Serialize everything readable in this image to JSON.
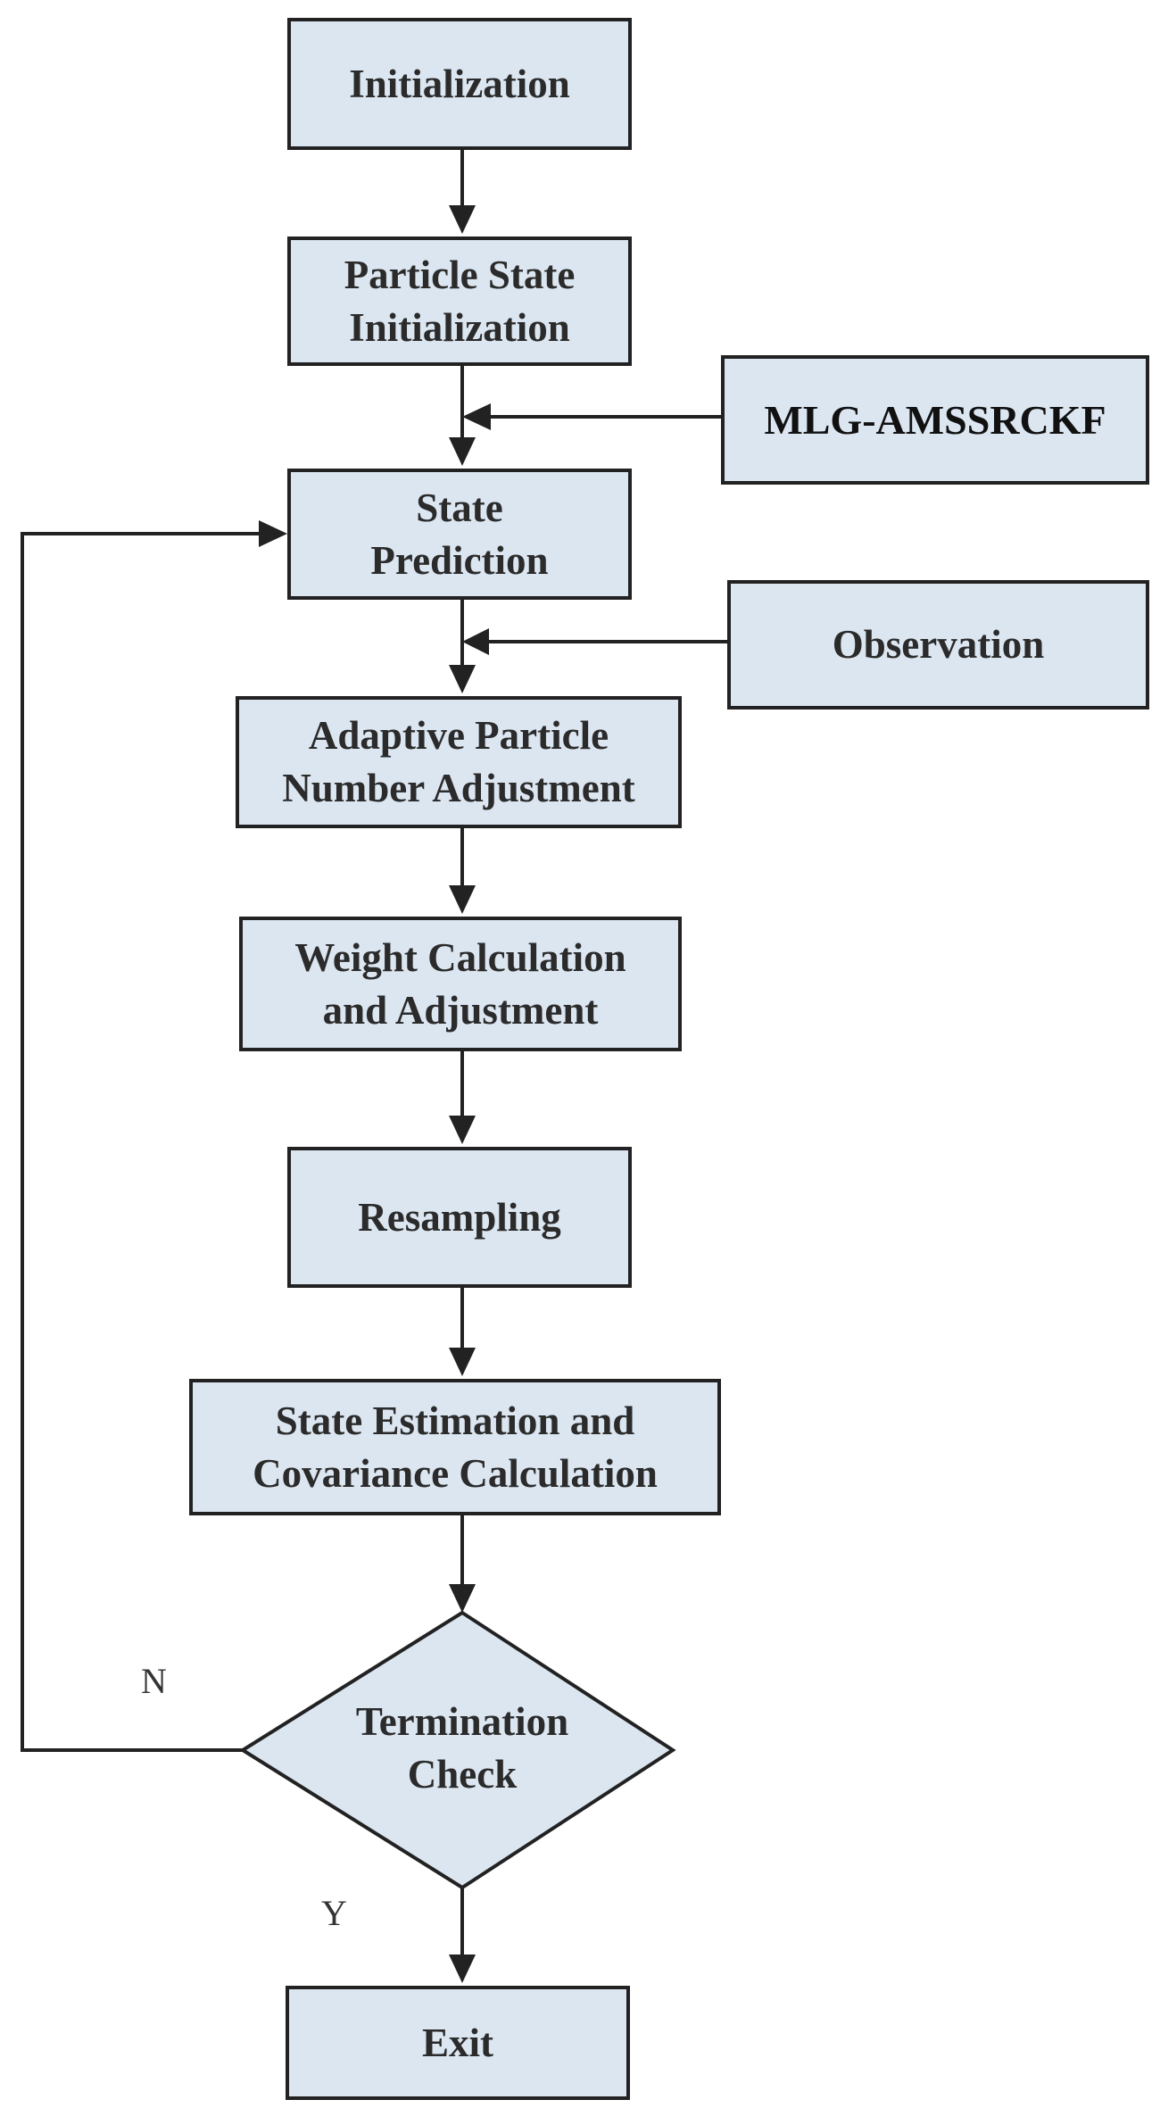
{
  "nodes": {
    "initialization": [
      "Initialization"
    ],
    "particle_state_init": [
      "Particle State",
      "Initialization"
    ],
    "mlg": [
      "MLG-AMSSRCKF"
    ],
    "state_prediction": [
      "State",
      "Prediction"
    ],
    "observation": [
      "Observation"
    ],
    "adaptive": [
      "Adaptive Particle",
      "Number Adjustment"
    ],
    "weight": [
      "Weight Calculation",
      "and Adjustment"
    ],
    "resampling": [
      "Resampling"
    ],
    "estimation": [
      "State Estimation and",
      "Covariance Calculation"
    ],
    "termination": [
      "Termination",
      "Check"
    ],
    "exit": [
      "Exit"
    ]
  },
  "labels": {
    "no": "N",
    "yes": "Y"
  },
  "colors": {
    "box_fill": "#dce6f1",
    "stroke": "#222222",
    "text": "#2b2b2b"
  }
}
